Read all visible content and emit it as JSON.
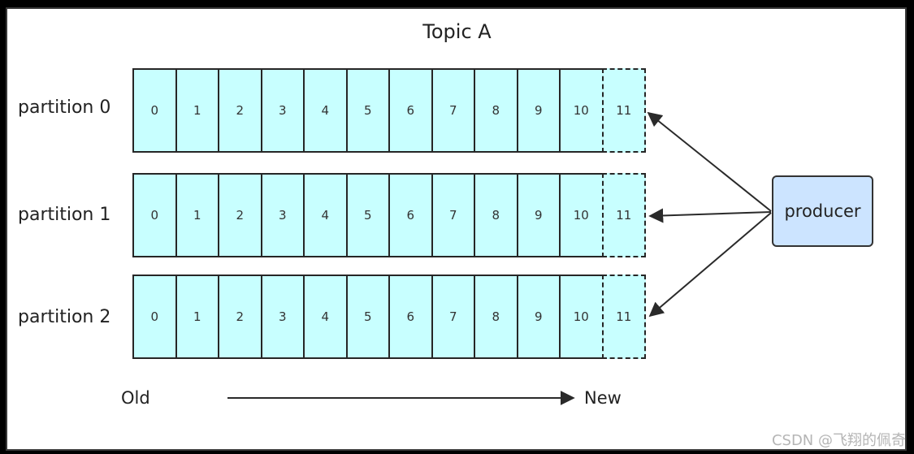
{
  "title": "Topic A",
  "partitions": [
    {
      "label": "partition 0",
      "offsets": [
        "0",
        "1",
        "2",
        "3",
        "4",
        "5",
        "6",
        "7",
        "8",
        "9",
        "10",
        "11"
      ]
    },
    {
      "label": "partition 1",
      "offsets": [
        "0",
        "1",
        "2",
        "3",
        "4",
        "5",
        "6",
        "7",
        "8",
        "9",
        "10",
        "11"
      ]
    },
    {
      "label": "partition 2",
      "offsets": [
        "0",
        "1",
        "2",
        "3",
        "4",
        "5",
        "6",
        "7",
        "8",
        "9",
        "10",
        "11"
      ]
    }
  ],
  "producer": {
    "label": "producer"
  },
  "axis": {
    "old_label": "Old",
    "new_label": "New"
  },
  "watermark": "CSDN @飞翔的佩奇",
  "colors": {
    "cell_fill": "#c8ffff",
    "producer_fill": "#cce4ff",
    "stroke": "#262626"
  }
}
